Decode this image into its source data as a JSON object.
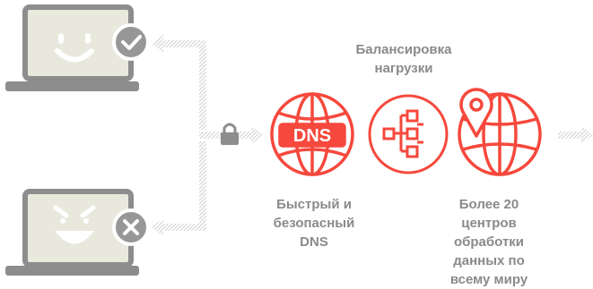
{
  "labels": {
    "load_balancing": "Балансировка\nнагрузки",
    "dns_box": "DNS",
    "fast_dns": "Быстрый и\nбезопасный\nDNS",
    "data_centers": "Более 20\nцентров\nобработки\nданных по\nвсему миру"
  },
  "colors": {
    "accent_red": "#f6483c",
    "laptop_fill": "#e9e8dd",
    "laptop_stroke": "#8d8d8d",
    "badge_gray": "#979797",
    "arrow_gray": "#c8c8c8",
    "label_gray": "#8a8a8a"
  },
  "icons": {
    "good_user": "smiling-laptop-icon",
    "bad_user": "evil-laptop-icon",
    "allowed": "checkmark-badge-icon",
    "blocked": "x-badge-icon",
    "secure": "padlock-icon",
    "dns": "globe-dns-icon",
    "balancing": "hierarchy-tree-icon",
    "datacenters": "globe-pin-icon"
  }
}
